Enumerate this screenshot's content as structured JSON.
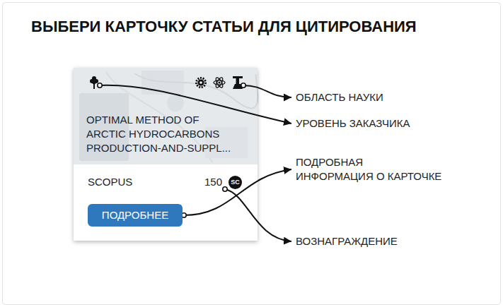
{
  "diagram": {
    "title": "ВЫБЕРИ КАРТОЧКУ СТАТЬИ ДЛЯ ЦИТИРОВАНИЯ",
    "nodes": [
      {
        "text": [
          "OPTIMAL METHOD OF ARCTIC HYDROCARBONS PRODUCTION-AND-SUPPL...",
          "SCOPUS",
          "150"
        ]
      },
      {
        "text": [
          "SC"
        ],
        "in": 0
      },
      {
        "text": [
          "ПОДРОБНЕЕ"
        ],
        "in": 0
      }
    ],
    "labels": [
      "ОБЛАСТЬ НАУКИ",
      "УРОВЕНЬ ЗАКАЗЧИКА",
      "ПОДРОБНАЯ ИНФОРМАЦИЯ О КАРТОЧКЕ",
      "ВОЗНАГРАЖДЕНИЕ"
    ]
  }
}
